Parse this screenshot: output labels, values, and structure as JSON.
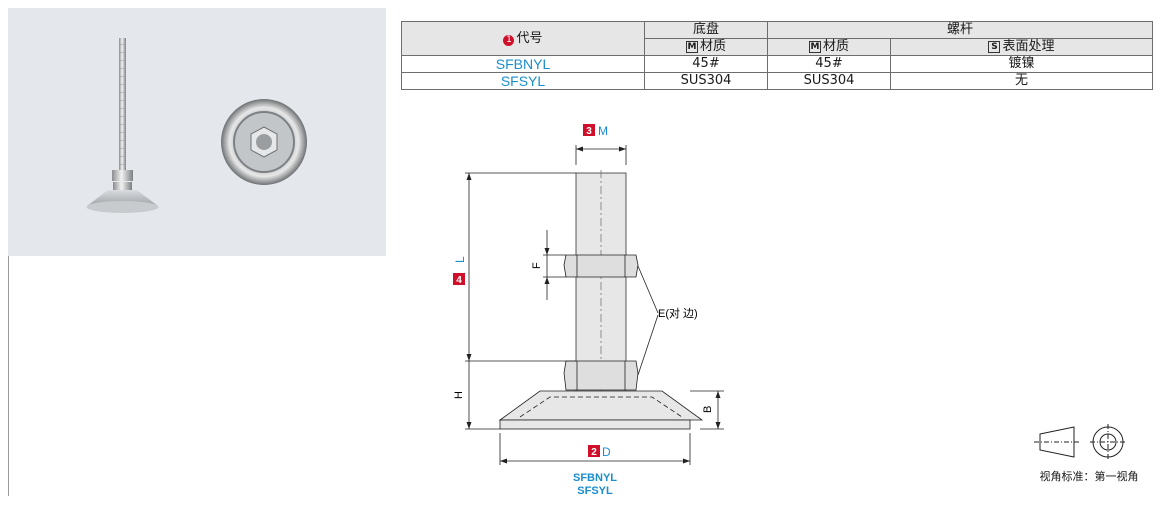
{
  "table": {
    "col_code": "代号",
    "col_code_num": "1",
    "group_base": "底盘",
    "group_bolt": "螺杆",
    "sub_base_material": "材质",
    "sub_bolt_material": "材质",
    "sub_bolt_surface": "表面处理",
    "m_letter": "M",
    "s_letter": "S",
    "rows": [
      {
        "code": "SFBNYL",
        "base_material": "45#",
        "bolt_material": "45#",
        "surface": "镀镍"
      },
      {
        "code": "SFSYL",
        "base_material": "SUS304",
        "bolt_material": "SUS304",
        "surface": "无"
      }
    ]
  },
  "drawing": {
    "m_num": "3",
    "m_label": "M",
    "l_num": "4",
    "l_label": "L",
    "d_num": "2",
    "d_label": "D",
    "f_label": "F",
    "h_label": "H",
    "b_label": "B",
    "e_label": "E(对 边)",
    "caption_1": "SFBNYL",
    "caption_2": "SFSYL"
  },
  "view_note": "视角标准：第一视角",
  "colors": {
    "accent_blue": "#1a8ecf",
    "badge_red": "#d0102b",
    "header_gray": "#e6e6e6",
    "photo_bg": "#e4e8ec"
  }
}
